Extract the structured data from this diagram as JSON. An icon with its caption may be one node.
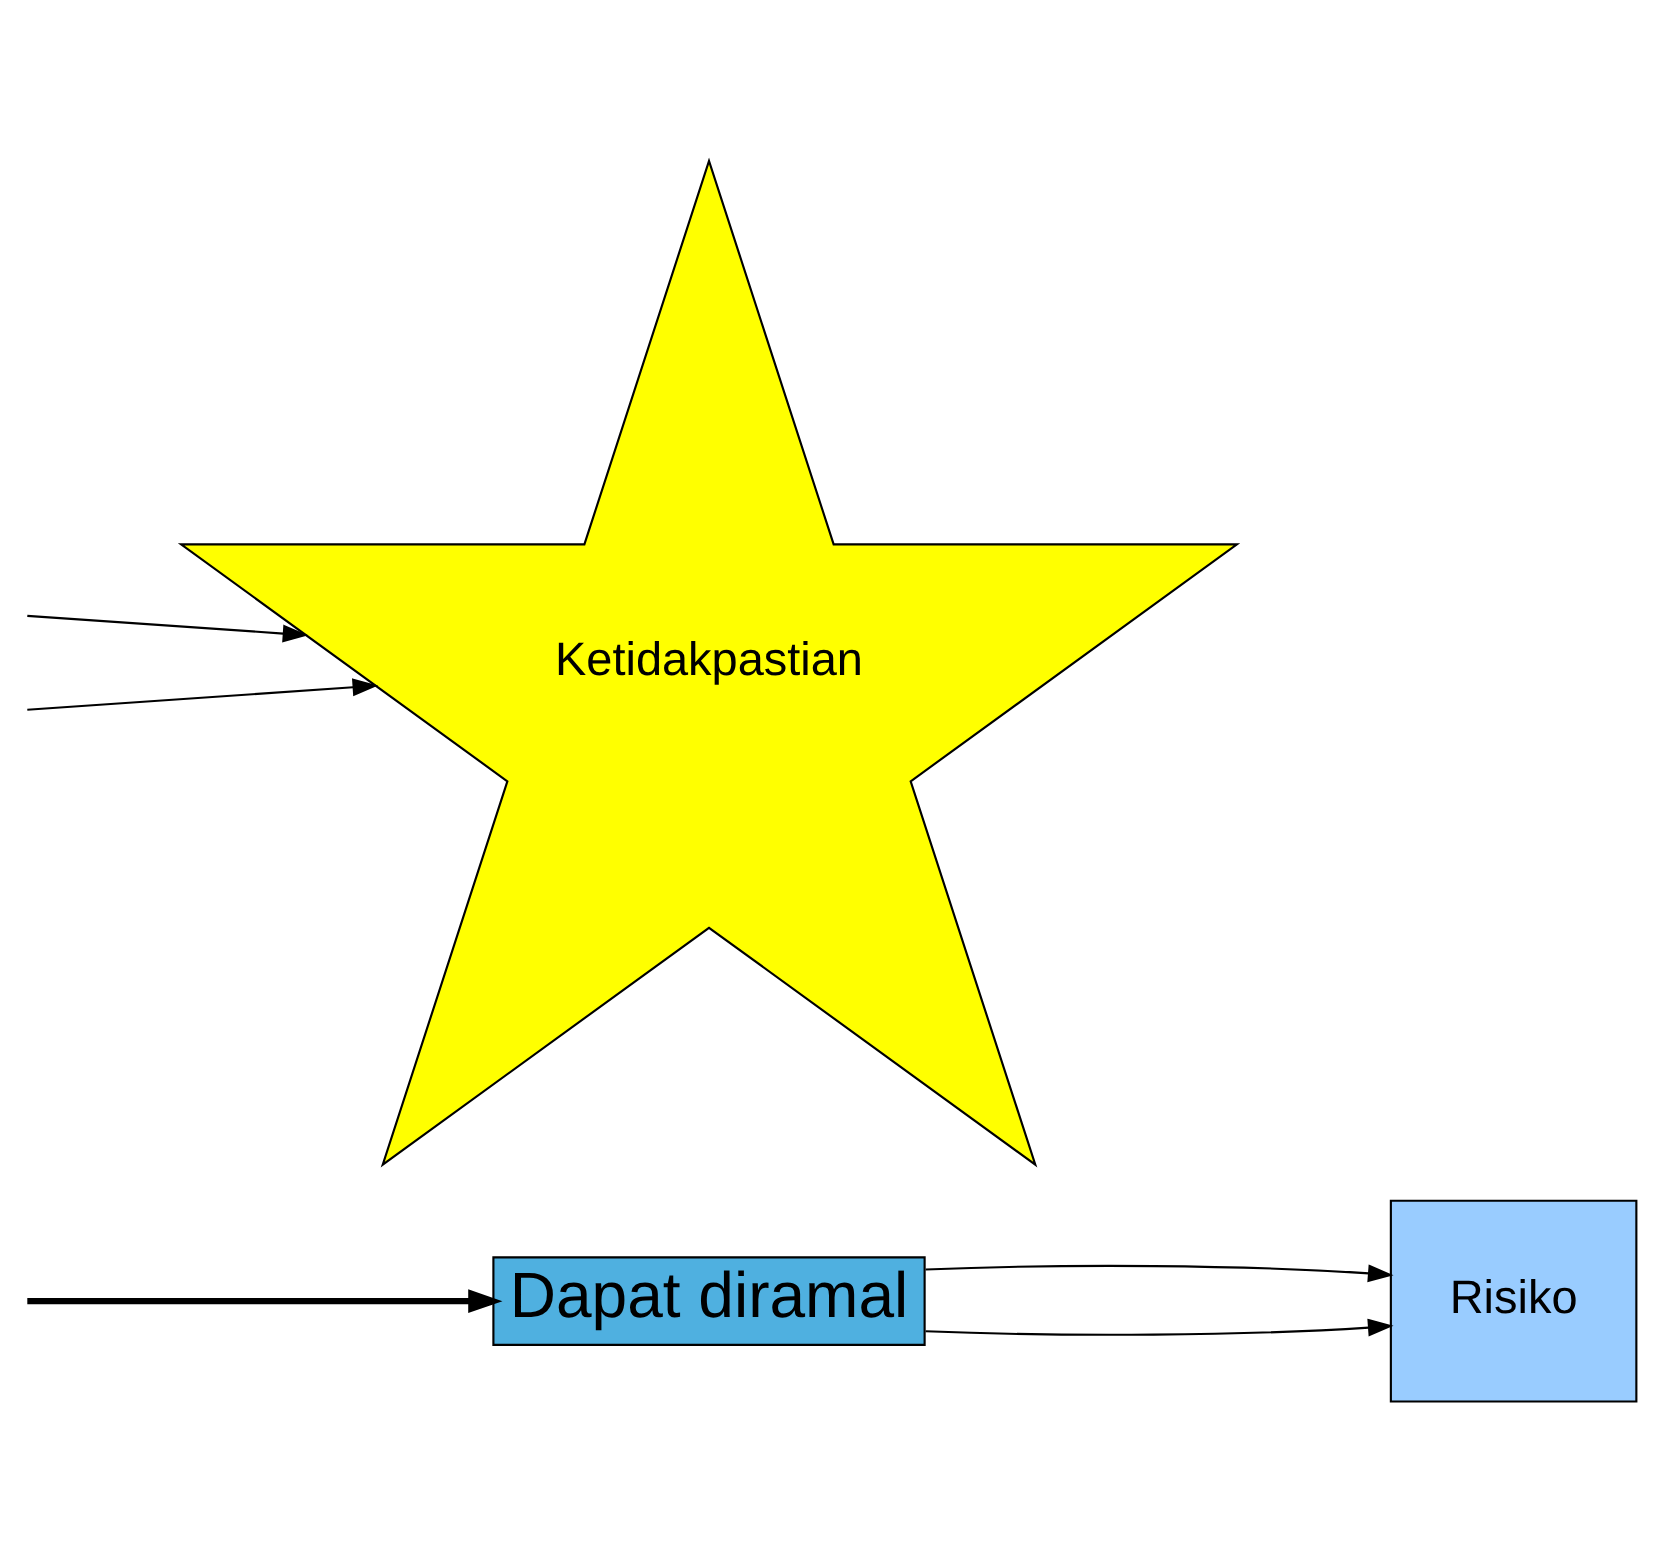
{
  "diagram": {
    "nodes": [
      {
        "text": [
          "Dapat diramal"
        ]
      },
      {
        "text": [
          "Risiko"
        ]
      },
      {
        "text": [
          "Ketidakpastian"
        ]
      }
    ],
    "edges": [
      {
        "from": 0,
        "to": 1,
        "arrow": "to"
      },
      {
        "from": 0,
        "to": 1,
        "arrow": "to"
      },
      {
        "from": null,
        "to": 0,
        "arrow": "to",
        "style": "thick"
      },
      {
        "from": null,
        "to": 2,
        "arrow": "to"
      },
      {
        "from": null,
        "to": 2,
        "arrow": "to"
      }
    ]
  }
}
